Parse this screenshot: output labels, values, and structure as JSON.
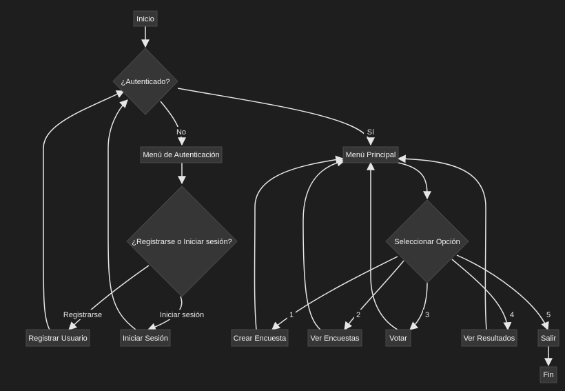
{
  "diagram": {
    "nodes": {
      "inicio": "Inicio",
      "autenticado": "¿Autenticado?",
      "menu_autenticacion": "Menú de Autenticación",
      "registrar_o_iniciar": "¿Registrarse o Iniciar sesión?",
      "registrar_usuario": "Registrar Usuario",
      "iniciar_sesion": "Iniciar Sesión",
      "menu_principal": "Menú Principal",
      "seleccionar_opcion": "Seleccionar Opción",
      "crear_encuesta": "Crear Encuesta",
      "ver_encuestas": "Ver Encuestas",
      "votar": "Votar",
      "ver_resultados": "Ver Resultados",
      "salir": "Salir",
      "fin": "Fin"
    },
    "edge_labels": {
      "no": "No",
      "si": "Sí",
      "registrarse": "Registrarse",
      "iniciar_sesion": "Iniciar sesión",
      "opt1": "1",
      "opt2": "2",
      "opt3": "3",
      "opt4": "4",
      "opt5": "5"
    }
  }
}
